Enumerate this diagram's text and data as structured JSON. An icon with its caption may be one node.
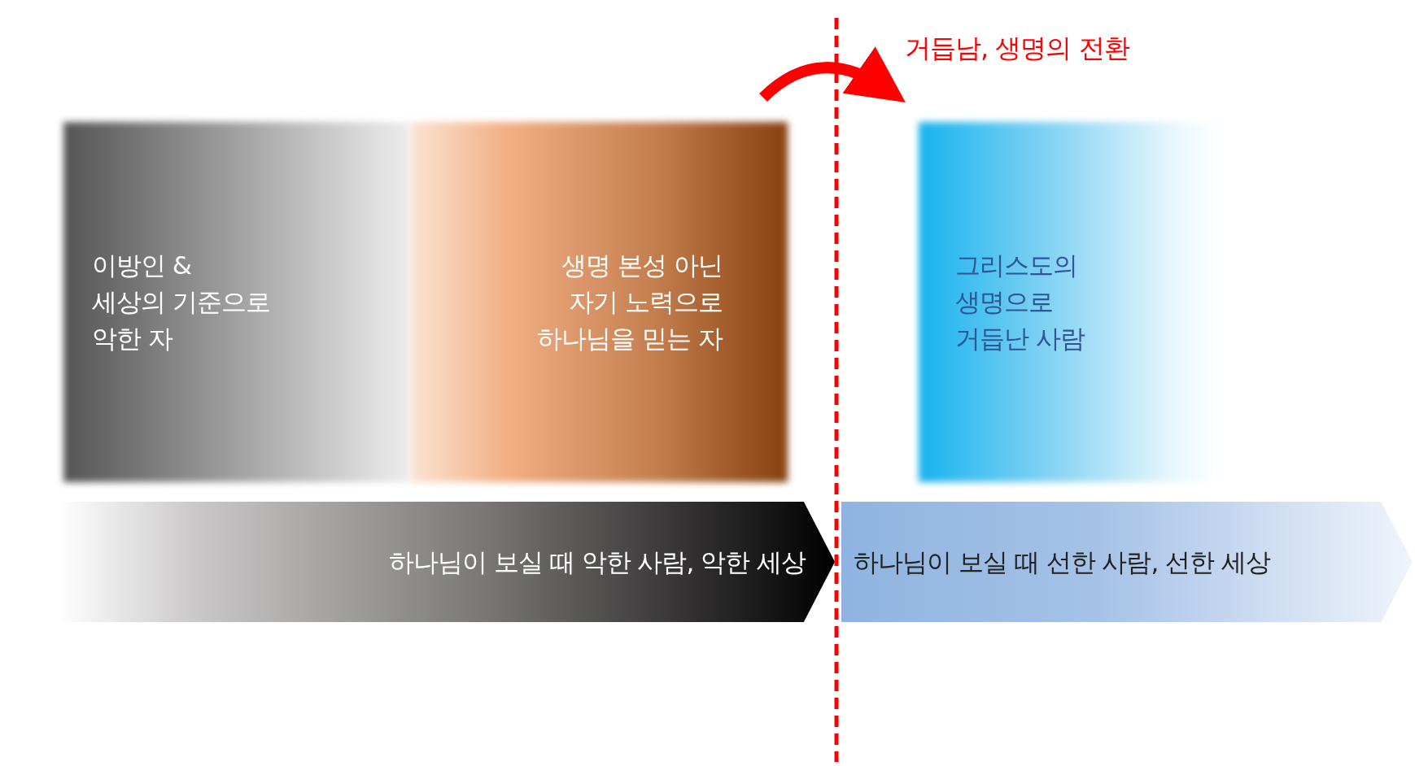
{
  "diagram": {
    "nodes": [
      {
        "text": [
          "이방인 & 세상의 기준으로 악한 자"
        ]
      },
      {
        "text": [
          "생명 본성 아닌 자기 노력으로 하나님을 믿는 자"
        ]
      },
      {
        "text": [
          "그리스도의 생명으로 거듭난 사람"
        ]
      },
      {
        "text": [
          "하나님이 보실 때 악한 사람, 악한 세상"
        ]
      },
      {
        "text": [
          "하나님이 보실 때 선한 사람, 선한 세상"
        ]
      }
    ],
    "edges": [
      {
        "from": 1,
        "to": 2,
        "arrow": "to",
        "label": "거듭남, 생명의 전환",
        "color": "#ff0000"
      }
    ]
  }
}
